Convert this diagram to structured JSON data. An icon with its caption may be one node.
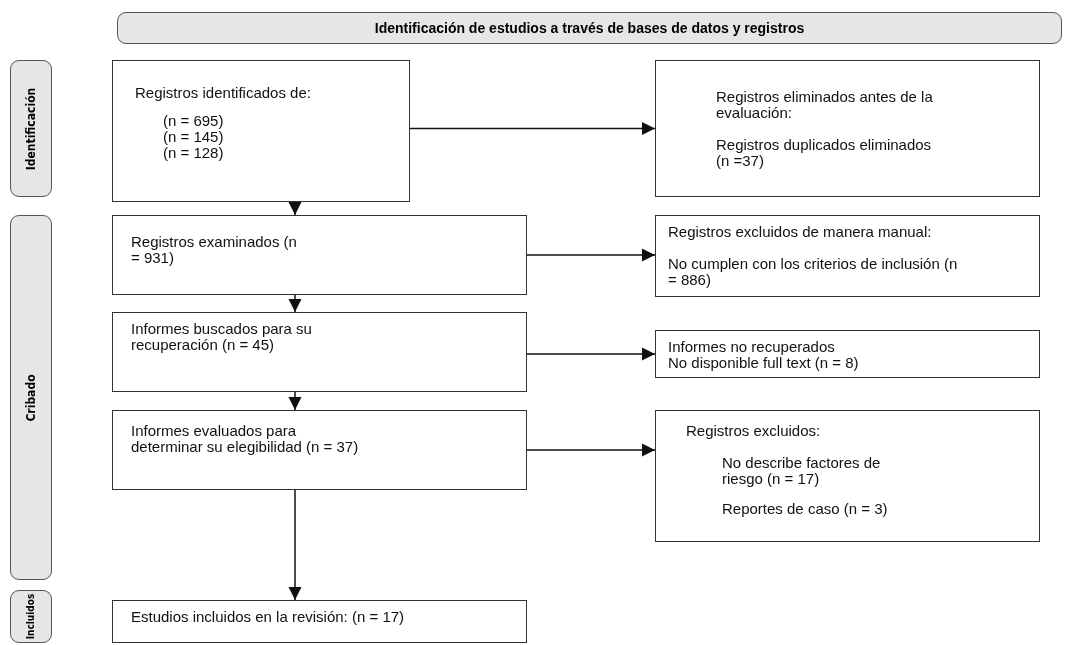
{
  "diagram": {
    "nodes": [
      {
        "text": [
          "Identificación de estudios a través de bases de datos y registros"
        ]
      },
      {
        "text": [
          "Identificación"
        ]
      },
      {
        "text": [
          "Registros identificados de:",
          "(n = 695)",
          "(n = 145)",
          "(n = 128)"
        ]
      },
      {
        "text": [
          "Registros eliminados antes de la evaluación:",
          "Registros duplicados eliminados (n =37)"
        ]
      },
      {
        "text": [
          "Cribado"
        ]
      },
      {
        "text": [
          "Registros examinados (n = 931)"
        ]
      },
      {
        "text": [
          "Registros excluidos de manera manual:",
          "No cumplen con los criterios de inclusión (n = 886)"
        ]
      },
      {
        "text": [
          "Informes buscados para su recuperación (n = 45)"
        ]
      },
      {
        "text": [
          "Informes no recuperados",
          "No disponible full text (n = 8)"
        ]
      },
      {
        "text": [
          "Informes evaluados para determinar su elegibilidad (n = 37)"
        ]
      },
      {
        "text": [
          "Registros excluidos:",
          "No describe factores de riesgo (n = 17)",
          "Reportes de caso (n = 3)"
        ]
      },
      {
        "text": [
          "Incluidos"
        ]
      },
      {
        "text": [
          "Estudios incluidos en la revisión: (n = 17)"
        ]
      }
    ],
    "edges": [
      {
        "from": 2,
        "to": 3,
        "arrow": "to"
      },
      {
        "from": 2,
        "to": 5,
        "arrow": "to"
      },
      {
        "from": 5,
        "to": 6,
        "arrow": "to"
      },
      {
        "from": 5,
        "to": 7,
        "arrow": "to"
      },
      {
        "from": 7,
        "to": 8,
        "arrow": "to"
      },
      {
        "from": 7,
        "to": 9,
        "arrow": "to"
      },
      {
        "from": 9,
        "to": 10,
        "arrow": "to"
      },
      {
        "from": 9,
        "to": 12,
        "arrow": "to"
      }
    ]
  }
}
